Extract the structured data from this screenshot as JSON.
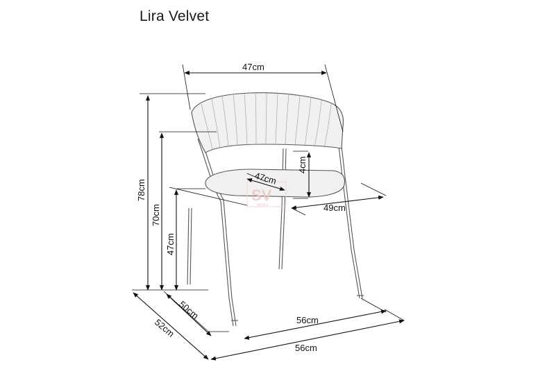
{
  "title": "Lira Velvet",
  "dimensions": {
    "back_width": "47cm",
    "back_height": "4cm",
    "seat_depth": "47cm",
    "seat_width": "49cm",
    "total_height": "78cm",
    "armrest_height": "70cm",
    "seat_height": "47cm",
    "base_depth_inner": "50cm",
    "base_width_inner": "56cm",
    "base_depth_outer": "52cm",
    "base_width_outer": "56cm"
  },
  "watermark": {
    "text": "SV",
    "sub": "MEBLE"
  }
}
